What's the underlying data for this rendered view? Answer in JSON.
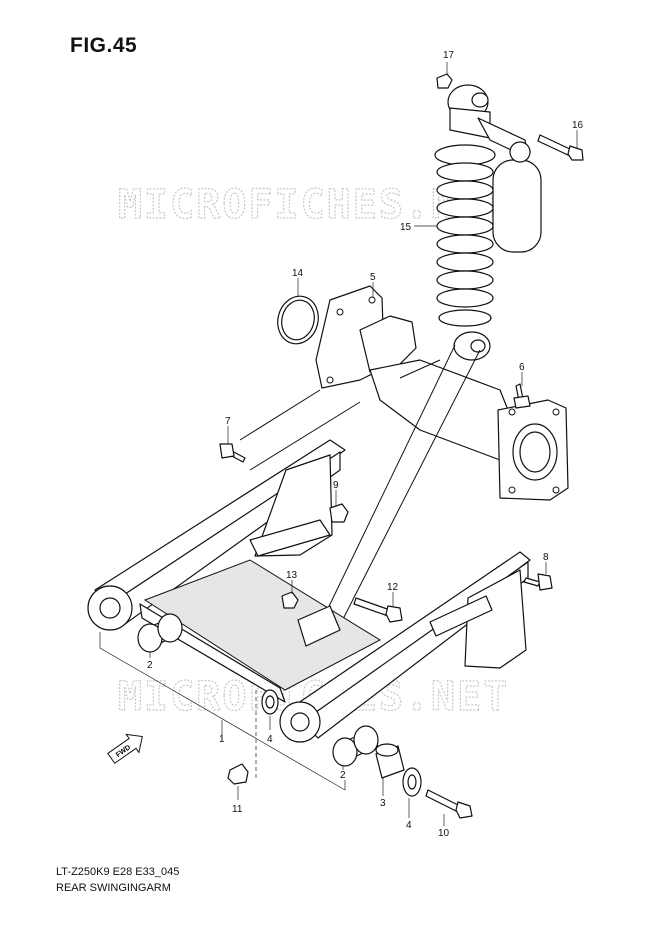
{
  "figure": {
    "title": "FIG.45",
    "model_code": "LT-Z250K9 E28 E33_045",
    "name": "REAR SWINGINGARM"
  },
  "watermarks": [
    "MICROFICHES.NET",
    "MICROFICHES.NET"
  ],
  "fwd_label": "FWD",
  "callouts": [
    "1",
    "2",
    "2",
    "3",
    "4",
    "4",
    "5",
    "6",
    "7",
    "8",
    "9",
    "10",
    "11",
    "12",
    "13",
    "14",
    "15",
    "16",
    "17"
  ]
}
